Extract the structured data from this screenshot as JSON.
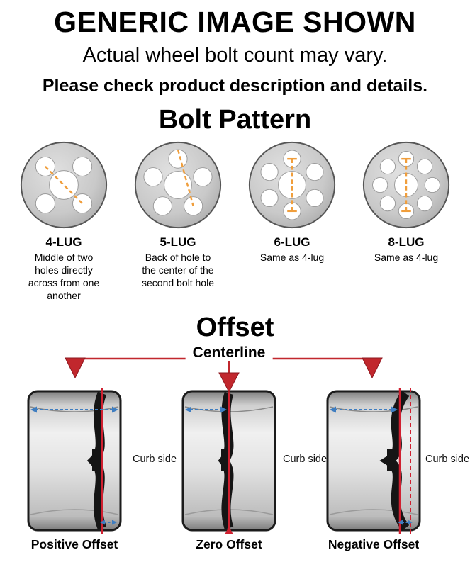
{
  "header": {
    "title": "GENERIC IMAGE SHOWN",
    "subtitle": "Actual wheel bolt count may vary.",
    "note": "Please check product description and details."
  },
  "bolt_pattern": {
    "heading": "Bolt Pattern",
    "patterns": [
      {
        "label": "4-LUG",
        "description": "Middle of two holes directly across from one another"
      },
      {
        "label": "5-LUG",
        "description": "Back of hole to the center of the second bolt hole"
      },
      {
        "label": "6-LUG",
        "description": "Same as 4-lug"
      },
      {
        "label": "8-LUG",
        "description": "Same as 4-lug"
      }
    ]
  },
  "offset": {
    "heading": "Offset",
    "centerline_label": "Centerline",
    "curb_side_label": "Curb side",
    "diagrams": [
      {
        "label": "Positive Offset"
      },
      {
        "label": "Zero Offset"
      },
      {
        "label": "Negative Offset"
      }
    ]
  },
  "colors": {
    "accent_red": "#c1272d",
    "measure_orange": "#f09e3c",
    "measure_blue": "#3e7dc0"
  }
}
